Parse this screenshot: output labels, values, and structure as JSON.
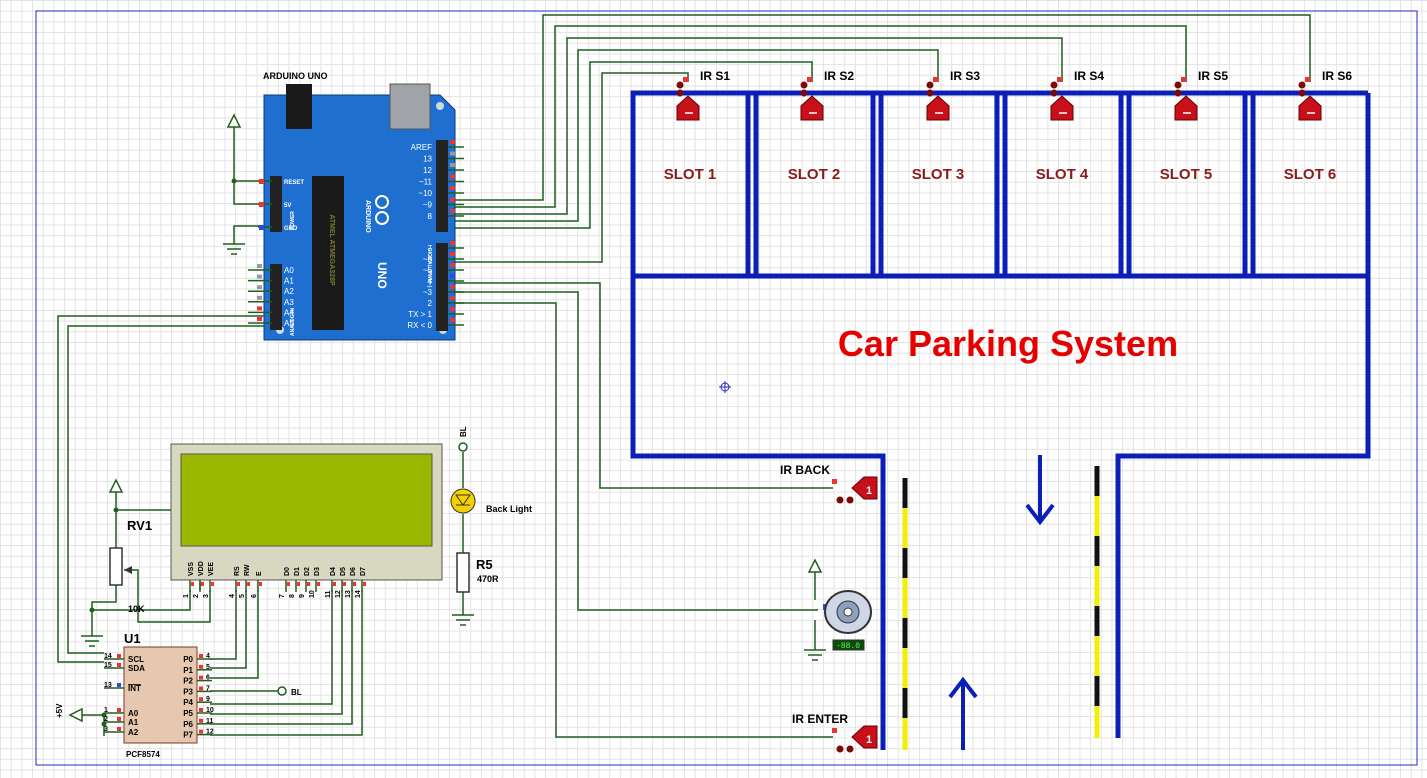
{
  "title": "Car Parking System",
  "arduino": {
    "name": "ARDUINO UNO",
    "left_pins": [
      "RESET",
      "5V",
      "GND"
    ],
    "power_label": "POWER",
    "analog_label": "ANALOG IN",
    "analog_pins": [
      "A0",
      "A1",
      "A2",
      "A3",
      "A4",
      "A5"
    ],
    "digital_top": [
      "AREF",
      "13",
      "12",
      "~11",
      "~10",
      "~9",
      "8"
    ],
    "digital_bottom": [
      "7",
      "~6",
      "~5",
      "4",
      "~3",
      "2",
      "TX > 1",
      "RX < 0"
    ],
    "digital_label": "DIGITAL (PWM~)",
    "chip_text": "ATMEL ATMEGA328P",
    "brand": "ARDUINO",
    "model": "UNO"
  },
  "sensors": {
    "slot_sensors": [
      "IR S1",
      "IR S2",
      "IR S3",
      "IR S4",
      "IR S5",
      "IR S6"
    ],
    "back": "IR BACK",
    "enter": "IR ENTER",
    "gate_number": "1"
  },
  "slots": [
    "SLOT 1",
    "SLOT 2",
    "SLOT 3",
    "SLOT 4",
    "SLOT 5",
    "SLOT 6"
  ],
  "lcd": {
    "pins": [
      "VSS",
      "VDD",
      "VEE",
      "RS",
      "RW",
      "E",
      "D0",
      "D1",
      "D2",
      "D3",
      "D4",
      "D5",
      "D6",
      "D7"
    ],
    "pin_numbers": [
      "1",
      "2",
      "3",
      "4",
      "5",
      "6",
      "7",
      "8",
      "9",
      "10",
      "11",
      "12",
      "13",
      "14"
    ]
  },
  "backlight": {
    "net": "BL",
    "label": "Back Light",
    "res_name": "R5",
    "res_value": "470R"
  },
  "pot": {
    "name": "RV1",
    "value": "10K"
  },
  "expander": {
    "ref": "U1",
    "part": "PCF8574",
    "left_pins": [
      "SCL",
      "SDA",
      "INT",
      "A0",
      "A1",
      "A2"
    ],
    "left_nums": [
      "14",
      "15",
      "13",
      "1",
      "2",
      "3"
    ],
    "right_pins": [
      "P0",
      "P1",
      "P2",
      "P3",
      "P4",
      "P5",
      "P6",
      "P7"
    ],
    "right_nums": [
      "4",
      "5",
      "6",
      "7",
      "9",
      "10",
      "11",
      "12"
    ],
    "bl_label": "BL",
    "supply": "+5V"
  },
  "servo": {
    "readout": "-88.0"
  },
  "colors": {
    "wire": "#1f5f1f",
    "road": "#0b1fb8",
    "slot_text": "#8b1a1a",
    "title": "#e60000",
    "board": "#1f6fd0",
    "lcd_screen": "#9ab800",
    "sensor": "#c8101a"
  }
}
